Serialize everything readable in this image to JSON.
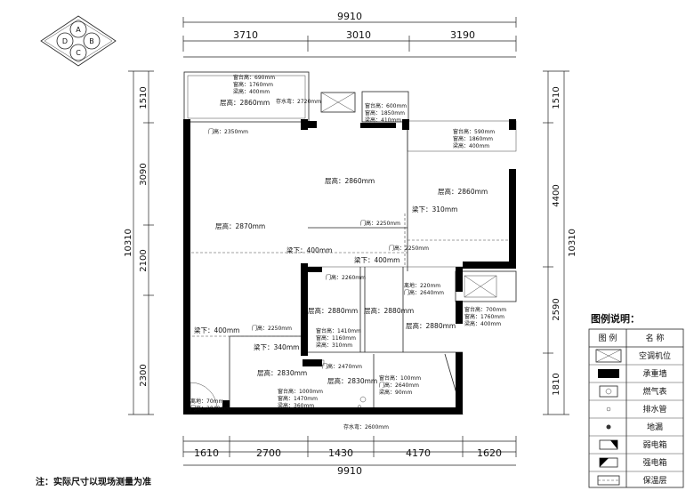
{
  "compass": {
    "top": "A",
    "right": "B",
    "bottom": "C",
    "left": "D"
  },
  "dims": {
    "top_total": "9910",
    "top": [
      "3710",
      "3010",
      "3190"
    ],
    "bottom": [
      "1610",
      "2700",
      "1430",
      "4170",
      "1620"
    ],
    "bottom_total": "9910",
    "left": [
      "1510",
      "3090",
      "2100",
      "2300"
    ],
    "left_total": "10310",
    "right": [
      "1510",
      "4400",
      "2590",
      "1810"
    ],
    "right_total": "10310"
  },
  "labels": {
    "balcony_window": [
      "窗台高：690mm",
      "窗高：1760mm",
      "梁高：400mm"
    ],
    "balcony_height": "层高：2860mm",
    "water_top": "存水弯：2720mm",
    "small_window": [
      "窗台高：600mm",
      "窗高：1850mm",
      "梁高：410mm"
    ],
    "br2_window": [
      "窗台高：590mm",
      "窗高：1860mm",
      "梁高：400mm"
    ],
    "living_door": "门高：2350mm",
    "bedroom1_height": "层高：2860mm",
    "bedroom2_height": "层高：2860mm",
    "beam_310": "梁下：310mm",
    "door_2250_a": "门高：2250mm",
    "door_2250_b": "门高：2250mm",
    "living_height": "层高：2870mm",
    "beam_400_a": "梁下：400mm",
    "beam_400_b": "梁下：400mm",
    "door_2260": "门高：2260mm",
    "kitchen_heights": [
      "离地：220mm",
      "门高：2640mm"
    ],
    "height_2880_a": "层高：2880mm",
    "height_2880_b": "层高：2880mm",
    "height_2880_c": "层高：2880mm",
    "bath_window": [
      "窗台高：700mm",
      "窗高：1760mm",
      "梁高：400mm"
    ],
    "beam_400_c": "梁下：400mm",
    "door_2250_c": "门高：2250mm",
    "mid_window": [
      "窗台高：1410mm",
      "窗高：1160mm",
      "梁高：310mm"
    ],
    "beam_340": "梁下：340mm",
    "height_2830_a": "层高：2830mm",
    "height_2830_b": "层高：2830mm",
    "door_2470": "门高：2470mm",
    "low_window": [
      "窗台高：1000mm",
      "窗高：1470mm",
      "梁高：360mm"
    ],
    "low_right": [
      "窗台高：100mm",
      "门高：2640mm",
      "梁高：90mm"
    ],
    "entry": [
      "离地：70mm",
      "门高：2040mm"
    ],
    "water_bottom": "存水弯：2600mm"
  },
  "legend": {
    "title": "图例说明：",
    "headers": [
      "图 例",
      "名 称"
    ],
    "rows": [
      {
        "icon": "ac-icon",
        "name": "空调机位"
      },
      {
        "icon": "load-wall-icon",
        "name": "承重墙"
      },
      {
        "icon": "gas-meter-icon",
        "name": "燃气表"
      },
      {
        "icon": "drain-pipe-icon",
        "name": "排水管"
      },
      {
        "icon": "floor-drain-icon",
        "name": "地漏"
      },
      {
        "icon": "weak-box-icon",
        "name": "弱电箱"
      },
      {
        "icon": "strong-box-icon",
        "name": "强电箱"
      },
      {
        "icon": "insulation-icon",
        "name": "保温层"
      }
    ]
  },
  "note": "注：实际尺寸以现场测量为准"
}
